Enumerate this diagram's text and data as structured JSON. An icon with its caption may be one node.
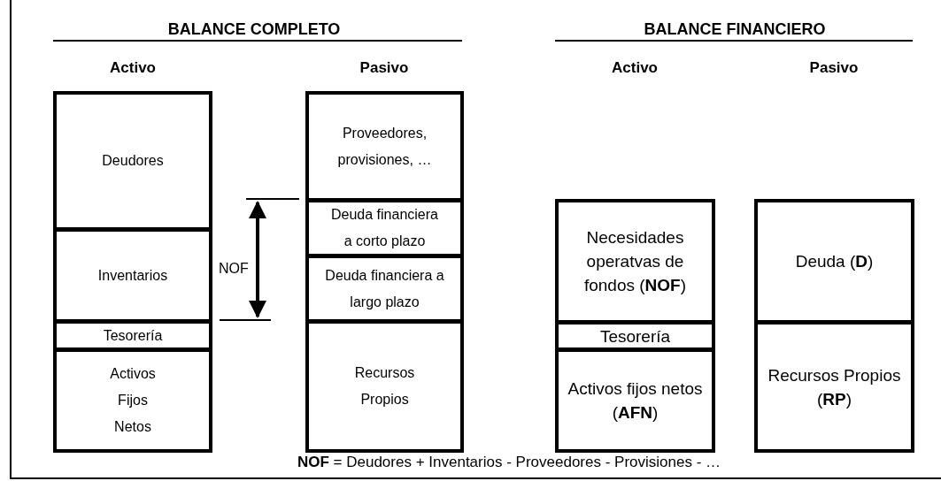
{
  "diagram": {
    "nodes": [
      {
        "text": [
          "Deudores"
        ]
      },
      {
        "text": [
          "Inventarios"
        ]
      },
      {
        "text": [
          "Tesorería"
        ]
      },
      {
        "text": [
          "Activos Fijos Netos"
        ]
      },
      {
        "text": [
          "Proveedores, provisiones, …"
        ]
      },
      {
        "text": [
          "Deuda financiera a corto plazo"
        ]
      },
      {
        "text": [
          "Deuda financiera a largo plazo"
        ]
      },
      {
        "text": [
          "Recursos Propios"
        ]
      },
      {
        "text": [
          "Necesidades operatvas de fondos (**NOF**)"
        ]
      },
      {
        "text": [
          "Tesorería"
        ]
      },
      {
        "text": [
          "Activos fijos netos (**AFN**)"
        ]
      },
      {
        "text": [
          "Deuda (**D**)"
        ]
      },
      {
        "text": [
          "Recursos Propios (**RP**)"
        ]
      }
    ],
    "edges": [],
    "labels": [
      "BALANCE COMPLETO",
      "BALANCE FINANCIERO",
      "Activo",
      "Pasivo",
      "Activo",
      "Pasivo",
      "NOF",
      "**NOF** = Deudores + Inventarios - Proveedores - Provisiones - …"
    ]
  }
}
